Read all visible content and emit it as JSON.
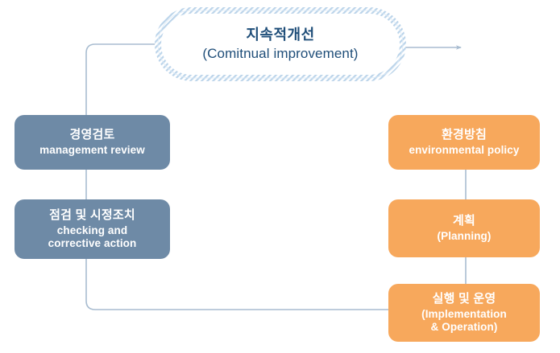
{
  "diagram": {
    "title_ko": "지속적개선",
    "title_en": "(Comitnual improvement)",
    "colors": {
      "blue_node": "#6E8AA6",
      "orange_node": "#F7A85C",
      "connector": "#A8BCD0",
      "hatch": "#BBD4EA",
      "title_text": "#1F4E79",
      "node_text": "#FFFFFF",
      "background": "#FFFFFF"
    },
    "nodes": [
      {
        "id": "continual-improvement",
        "ko": "지속적개선",
        "en": "(Comitnual improvement)",
        "style": "hatched"
      },
      {
        "id": "management-review",
        "ko": "경영검토",
        "en_line1": "management  review",
        "style": "blue"
      },
      {
        "id": "checking-corrective-action",
        "ko": "점검 및 시정조치",
        "en_line1": "checking and",
        "en_line2": "corrective action",
        "style": "blue"
      },
      {
        "id": "environmental-policy",
        "ko": "환경방침",
        "en_line1": "environmental  policy",
        "style": "orange"
      },
      {
        "id": "planning",
        "ko": "계획",
        "en_line1": "(Planning)",
        "style": "orange"
      },
      {
        "id": "implementation-operation",
        "ko": "실행 및 운영",
        "en_line1": "(Implementation",
        "en_line2": "& Operation)",
        "style": "orange"
      }
    ],
    "connectors": [
      {
        "id": "improvement-out-arrow",
        "from": "continual-improvement",
        "to": "right-edge",
        "arrow": true
      },
      {
        "id": "improvement-to-management-review",
        "from": "continual-improvement",
        "to": "management-review",
        "arrow": false
      },
      {
        "id": "management-review-to-checking",
        "from": "management-review",
        "to": "checking-corrective-action",
        "arrow": false
      },
      {
        "id": "checking-to-implementation",
        "from": "checking-corrective-action",
        "to": "implementation-operation",
        "arrow": false
      },
      {
        "id": "policy-to-planning",
        "from": "environmental-policy",
        "to": "planning",
        "arrow": false
      },
      {
        "id": "planning-to-implementation",
        "from": "planning",
        "to": "implementation-operation",
        "arrow": false
      }
    ]
  }
}
